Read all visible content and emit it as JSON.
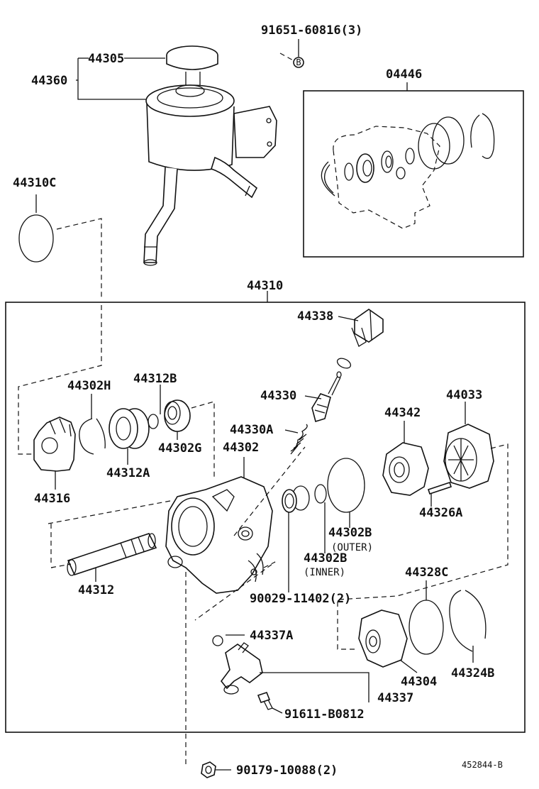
{
  "labels": {
    "p_91651": "91651-60816(3)",
    "p_44305": "44305",
    "p_44360": "44360",
    "p_04446": "04446",
    "p_44310C": "44310C",
    "p_44310": "44310",
    "p_44338": "44338",
    "p_44302H": "44302H",
    "p_44312B": "44312B",
    "p_44330": "44330",
    "p_44033": "44033",
    "p_44342": "44342",
    "p_44330A": "44330A",
    "p_44302": "44302",
    "p_44302G": "44302G",
    "p_44316": "44316",
    "p_44312A": "44312A",
    "p_44326A": "44326A",
    "p_44302B_1": "44302B",
    "p_outer": "(OUTER)",
    "p_44302B_2": "44302B",
    "p_inner": "(INNER)",
    "p_44312": "44312",
    "p_44328C": "44328C",
    "p_90029": "90029-11402(2)",
    "p_44337A": "44337A",
    "p_44304": "44304",
    "p_44324B": "44324B",
    "p_44337": "44337",
    "p_91611": "91611-B0812",
    "p_90179": "90179-10088(2)",
    "ref_B": "B",
    "diagram_ref": "452844-B"
  }
}
